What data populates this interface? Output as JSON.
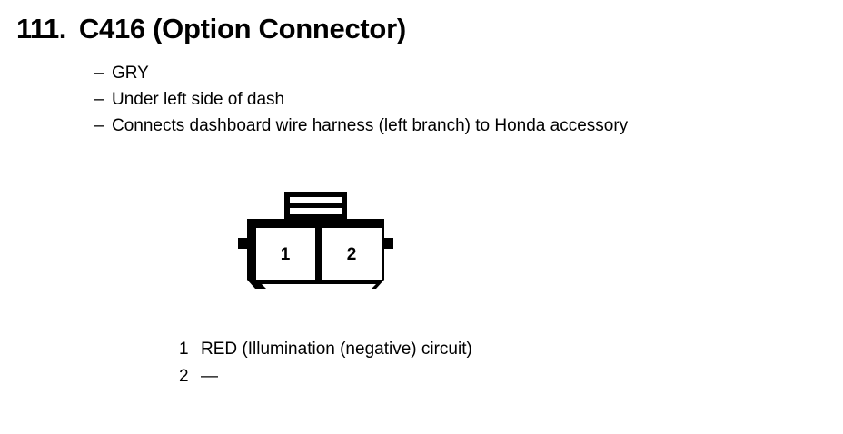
{
  "heading": {
    "number": "111.",
    "title": "C416 (Option Connector)"
  },
  "description": {
    "bullet_marker": "–",
    "items": [
      "GRY",
      "Under left side of dash",
      "Connects dashboard wire harness (left branch) to Honda accessory"
    ]
  },
  "connector": {
    "cavity_labels": [
      "1",
      "2"
    ],
    "cavity_count": 2,
    "outline_color": "#000000",
    "fill_color": "#ffffff"
  },
  "pin_list": [
    {
      "number": "1",
      "description": "RED (Illumination (negative) circuit)"
    },
    {
      "number": "2",
      "description": "—"
    }
  ]
}
